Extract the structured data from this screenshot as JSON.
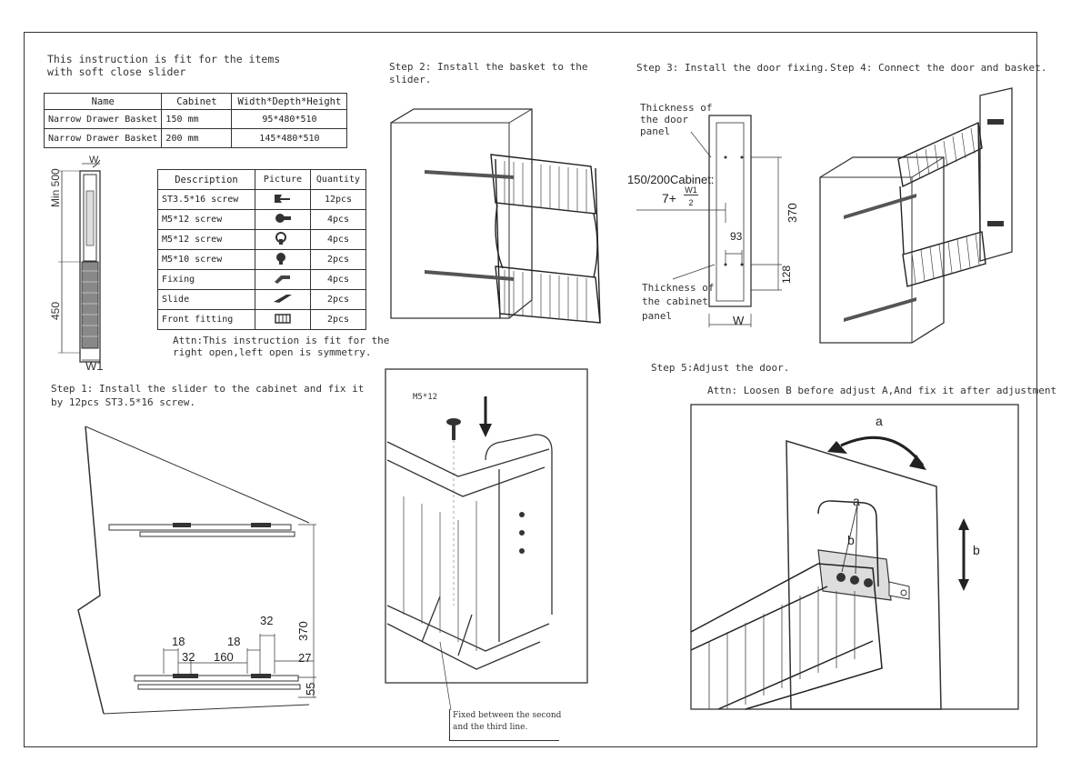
{
  "intro": {
    "line1": "This instruction is fit for the items",
    "line2": "with soft close slider"
  },
  "size_table": {
    "headers": [
      "Name",
      "Cabinet",
      "Width*Depth*Height"
    ],
    "rows": [
      [
        "Narrow Drawer Basket",
        "150 mm",
        "95*480*510"
      ],
      [
        "Narrow Drawer Basket",
        "200 mm",
        "145*480*510"
      ]
    ]
  },
  "desc_table": {
    "headers": [
      "Description",
      "Picture",
      "Quantity"
    ],
    "rows": [
      {
        "desc": "ST3.5*16 screw",
        "qty": "12pcs",
        "icon": "screw-icon"
      },
      {
        "desc": "M5*12 screw",
        "qty": "4pcs",
        "icon": "screw-icon"
      },
      {
        "desc": "M5*12 screw",
        "qty": "4pcs",
        "icon": "screw-icon"
      },
      {
        "desc": "M5*10 screw",
        "qty": "2pcs",
        "icon": "screw-icon"
      },
      {
        "desc": "Fixing",
        "qty": "4pcs",
        "icon": "fixing-bracket-icon"
      },
      {
        "desc": "Slide",
        "qty": "2pcs",
        "icon": "slide-rail-icon"
      },
      {
        "desc": "Front fitting",
        "qty": "2pcs",
        "icon": "front-fitting-icon"
      }
    ]
  },
  "attn_left": {
    "line1": "Attn:This instruction is fit for the",
    "line2": "right open,left open is symmetry."
  },
  "cabinet_dims": {
    "w": "W",
    "w1": "W1",
    "min": "Min 500",
    "h450": "450"
  },
  "step1": {
    "line1": "Step 1: Install the slider to the cabinet and fix it",
    "line2": "by 12pcs ST3.5*16 screw.",
    "dims": {
      "d370": "370",
      "d32a": "32",
      "d18a": "18",
      "d18b": "18",
      "d32b": "32",
      "d160": "160",
      "d27": "27",
      "d55": "55"
    }
  },
  "step2": {
    "line1": "Step 2: Install the basket to  the",
    "line2": "slider."
  },
  "step3": {
    "title": "Step 3: Install the door fixing.",
    "thickness_top": [
      "Thickness of",
      "the door",
      "panel"
    ],
    "cabinet_label": "150/200Cabinet:",
    "formula_prefix": "7+",
    "formula_num": "W1",
    "formula_den": "2",
    "d370": "370",
    "d93": "93",
    "d128": "128",
    "thickness_bottom": [
      "Thickness of",
      "the cabinet",
      "panel"
    ],
    "w": "W"
  },
  "step4": {
    "title": "Step 4: Connect the door and basket."
  },
  "screw_detail": {
    "label": "M5*12",
    "note1": "Fixed between the second",
    "note2": "and the third line."
  },
  "step5": {
    "title": "Step 5:Adjust the door.",
    "attn": "Attn: Loosen B before adjust A,And fix it after adjustment",
    "a": "a",
    "b": "b"
  }
}
